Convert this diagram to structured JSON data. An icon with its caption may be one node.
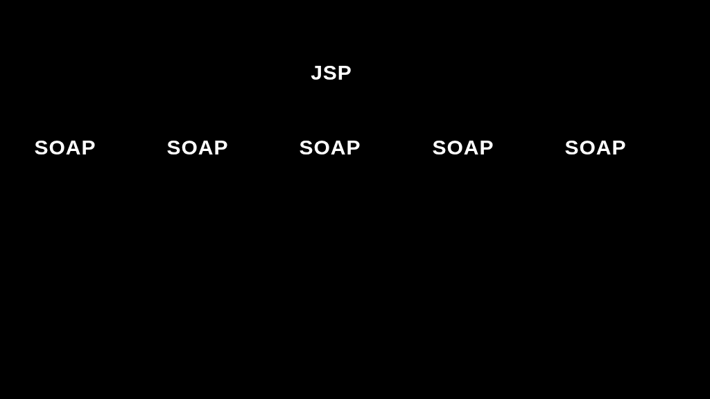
{
  "diagram": {
    "labels": [
      "JSP",
      "SOAP",
      "SOAP",
      "SOAP",
      "SOAP",
      "SOAP"
    ]
  }
}
